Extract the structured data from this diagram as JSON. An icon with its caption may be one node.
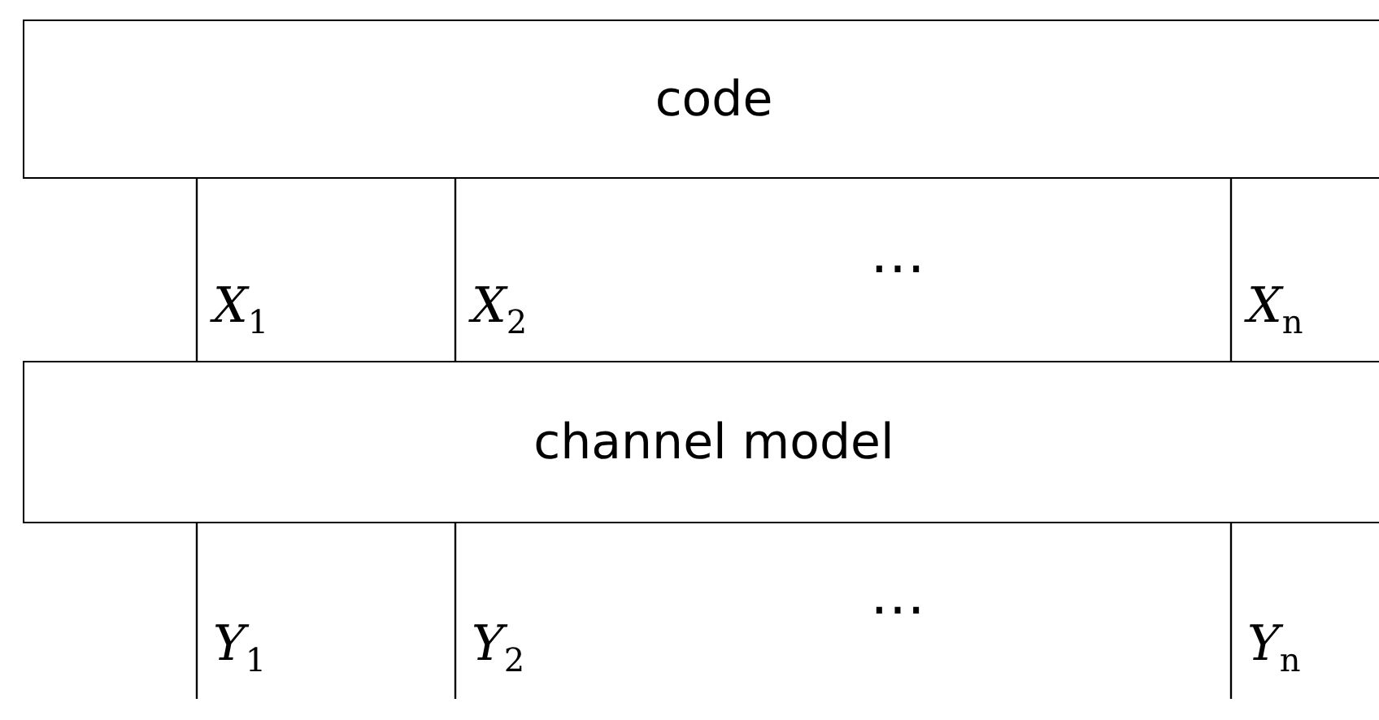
{
  "diagram": {
    "nodes": [
      {
        "text": [
          "code"
        ]
      },
      {
        "text": [
          "channel model"
        ]
      }
    ],
    "edges": [
      {
        "from": 0,
        "to": 1,
        "arrow": "none",
        "label": "X$_{1}$"
      },
      {
        "from": 0,
        "to": 1,
        "arrow": "none",
        "label": "X$_{2}$"
      },
      {
        "from": 0,
        "to": 1,
        "arrow": "none",
        "label": "X$_{n}$"
      },
      {
        "from": 1,
        "to": null,
        "arrow": "none",
        "label": "Y$_{1}$"
      },
      {
        "from": 1,
        "to": null,
        "arrow": "none",
        "label": "Y$_{2}$"
      },
      {
        "from": 1,
        "to": null,
        "arrow": "none",
        "label": "Y$_{n}$"
      }
    ],
    "labels": [
      "⋯",
      "⋯"
    ]
  }
}
